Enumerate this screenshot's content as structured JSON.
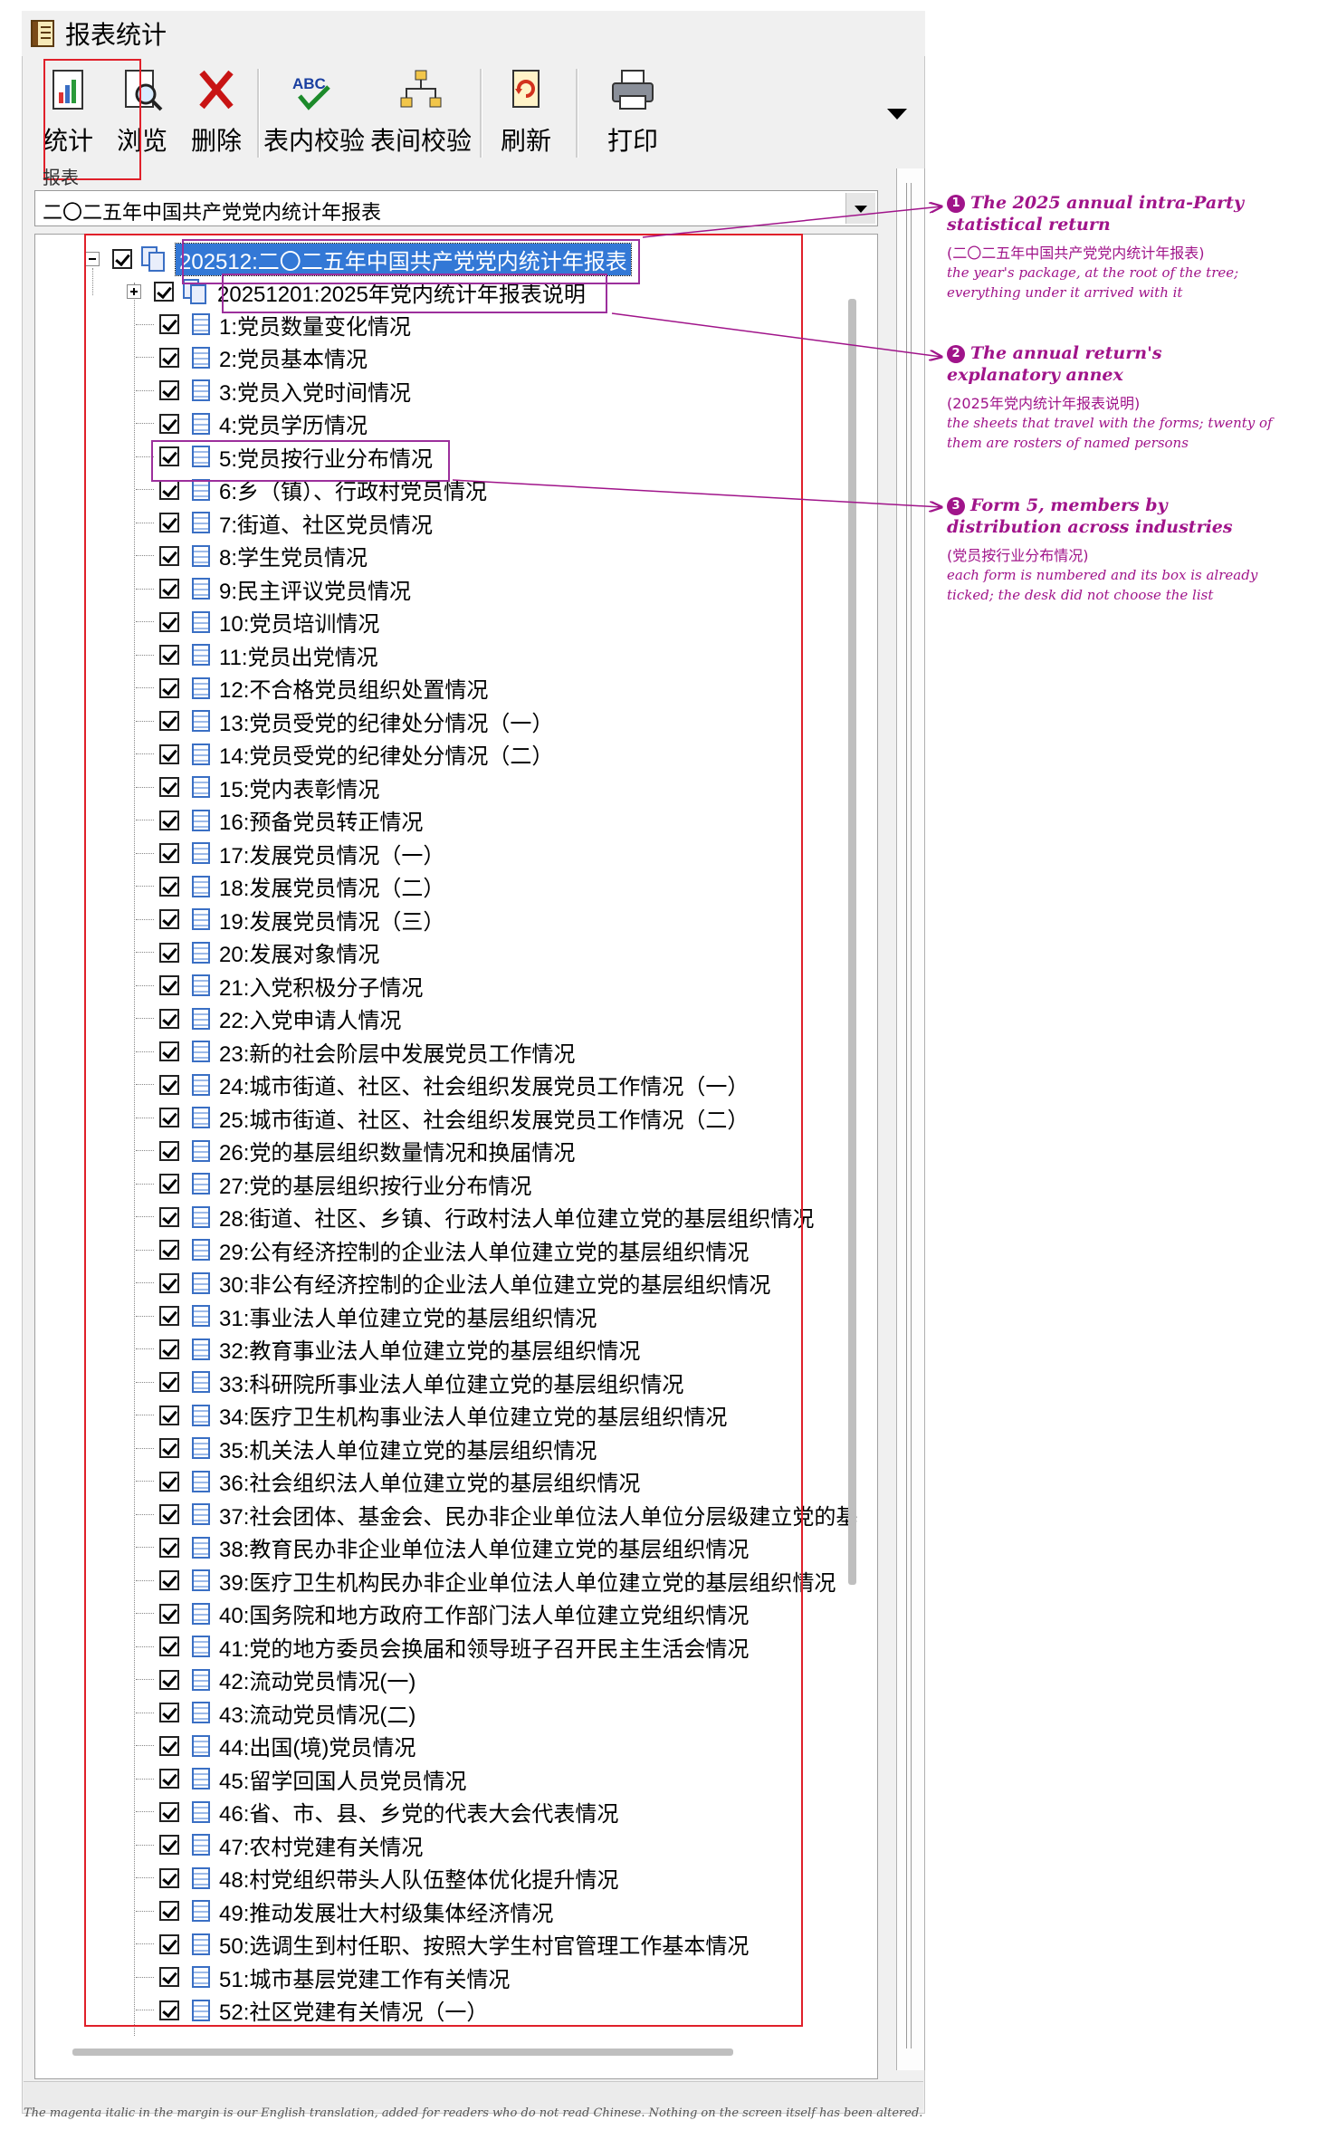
{
  "window": {
    "title": "报表统计"
  },
  "toolbar": {
    "buttons": [
      {
        "id": "stat",
        "label": "统计",
        "icon": "chart-report-icon"
      },
      {
        "id": "browse",
        "label": "浏览",
        "icon": "magnifier-icon"
      },
      {
        "id": "delete",
        "label": "删除",
        "icon": "red-x-icon"
      },
      {
        "id": "intra",
        "label": "表内校验",
        "icon": "spellcheck-abc-icon"
      },
      {
        "id": "inter",
        "label": "表间校验",
        "icon": "network-icon"
      },
      {
        "id": "refresh",
        "label": "刷新",
        "icon": "refresh-icon"
      },
      {
        "id": "print",
        "label": "打印",
        "icon": "printer-icon"
      }
    ]
  },
  "report_section": {
    "label": "报表",
    "selected": "二〇二五年中国共产党党内统计年报表"
  },
  "tree": {
    "root": "202512:二〇二五年中国共产党党内统计年报表",
    "annex": "20251201:2025年党内统计年报表说明",
    "items": [
      "1:党员数量变化情况",
      "2:党员基本情况",
      "3:党员入党时间情况",
      "4:党员学历情况",
      "5:党员按行业分布情况",
      "6:乡（镇）、行政村党员情况",
      "7:街道、社区党员情况",
      "8:学生党员情况",
      "9:民主评议党员情况",
      "10:党员培训情况",
      "11:党员出党情况",
      "12:不合格党员组织处置情况",
      "13:党员受党的纪律处分情况（一）",
      "14:党员受党的纪律处分情况（二）",
      "15:党内表彰情况",
      "16:预备党员转正情况",
      "17:发展党员情况（一）",
      "18:发展党员情况（二）",
      "19:发展党员情况（三）",
      "20:发展对象情况",
      "21:入党积极分子情况",
      "22:入党申请人情况",
      "23:新的社会阶层中发展党员工作情况",
      "24:城市街道、社区、社会组织发展党员工作情况（一）",
      "25:城市街道、社区、社会组织发展党员工作情况（二）",
      "26:党的基层组织数量情况和换届情况",
      "27:党的基层组织按行业分布情况",
      "28:街道、社区、乡镇、行政村法人单位建立党的基层组织情况",
      "29:公有经济控制的企业法人单位建立党的基层组织情况",
      "30:非公有经济控制的企业法人单位建立党的基层组织情况",
      "31:事业法人单位建立党的基层组织情况",
      "32:教育事业法人单位建立党的基层组织情况",
      "33:科研院所事业法人单位建立党的基层组织情况",
      "34:医疗卫生机构事业法人单位建立党的基层组织情况",
      "35:机关法人单位建立党的基层组织情况",
      "36:社会组织法人单位建立党的基层组织情况",
      "37:社会团体、基金会、民办非企业单位法人单位分层级建立党的基",
      "38:教育民办非企业单位法人单位建立党的基层组织情况",
      "39:医疗卫生机构民办非企业单位法人单位建立党的基层组织情况",
      "40:国务院和地方政府工作部门法人单位建立党组织情况",
      "41:党的地方委员会换届和领导班子召开民主生活会情况",
      "42:流动党员情况(一)",
      "43:流动党员情况(二)",
      "44:出国(境)党员情况",
      "45:留学回国人员党员情况",
      "46:省、市、县、乡党的代表大会代表情况",
      "47:农村党建有关情况",
      "48:村党组织带头人队伍整体优化提升情况",
      "49:推动发展壮大村级集体经济情况",
      "50:选调生到村任职、按照大学生村官管理工作基本情况",
      "51:城市基层党建工作有关情况",
      "52:社区党建有关情况（一）"
    ]
  },
  "annotations": [
    {
      "num": "1",
      "head": "The 2025 annual intra-Party statistical return",
      "zh": "(二〇二五年中国共产党党内统计年报表)",
      "desc": "the year's package, at the root of the tree; everything under it arrived with it"
    },
    {
      "num": "2",
      "head": "The annual return's explanatory annex",
      "zh": "(2025年党内统计年报表说明)",
      "desc": "the sheets that travel with the forms; twenty of them are rosters of named persons"
    },
    {
      "num": "3",
      "head": "Form 5, members by distribution across industries",
      "zh": "(党员按行业分布情况)",
      "desc": "each form is numbered and its box is already ticked; the desk did not choose the list"
    }
  ],
  "footnote": "The magenta italic in the margin is our English translation, added for readers who do not read Chinese. Nothing on the screen itself has been altered.",
  "colors": {
    "highlight_red": "#e0202a",
    "annotation_magenta": "#a0148a",
    "selection_blue": "#3378d6"
  }
}
